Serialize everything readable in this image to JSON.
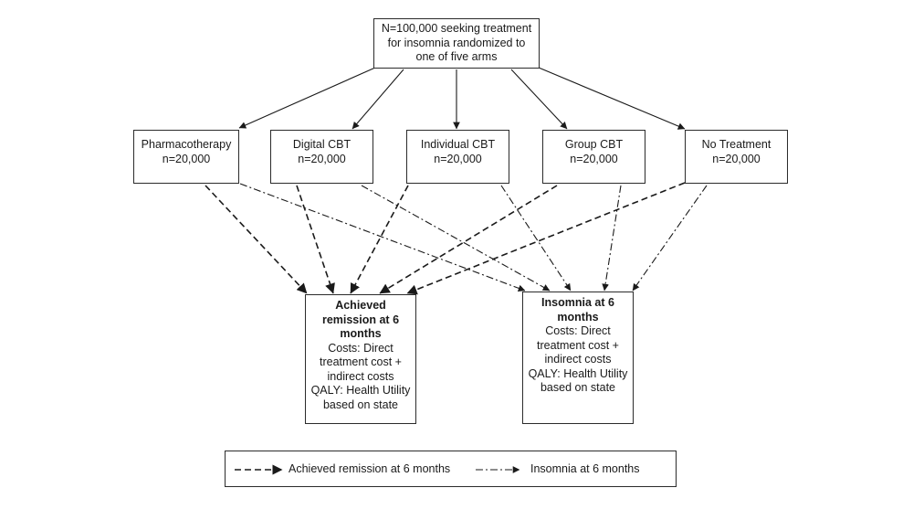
{
  "root": {
    "lines": [
      "N=100,000 seeking treatment",
      "for insomnia randomized to",
      "one of five arms"
    ]
  },
  "arms": [
    {
      "name": "Pharmacotherapy",
      "n": "n=20,000"
    },
    {
      "name": "Digital CBT",
      "n": "n=20,000"
    },
    {
      "name": "Individual CBT",
      "n": "n=20,000"
    },
    {
      "name": "Group CBT",
      "n": "n=20,000"
    },
    {
      "name": "No Treatment",
      "n": "n=20,000"
    }
  ],
  "outcomes": {
    "remission": {
      "title_lines": [
        "Achieved",
        "remission at 6",
        "months"
      ],
      "detail_lines": [
        "Costs: Direct",
        "treatment cost +",
        "indirect costs",
        "QALY: Health Utility",
        "based on state"
      ]
    },
    "insomnia": {
      "title_lines": [
        "Insomnia at 6",
        "months"
      ],
      "detail_lines": [
        "Costs: Direct",
        "treatment cost +",
        "indirect costs",
        "QALY: Health Utility",
        "based on state"
      ]
    }
  },
  "legend": {
    "remission_label": "Achieved remission at 6 months",
    "insomnia_label": "Insomnia at 6 months"
  },
  "line_styles": {
    "remission": "dashed",
    "insomnia": "dash-dot"
  },
  "colors": {
    "stroke": "#1a1a1a",
    "box_border": "#2b2b2b"
  }
}
